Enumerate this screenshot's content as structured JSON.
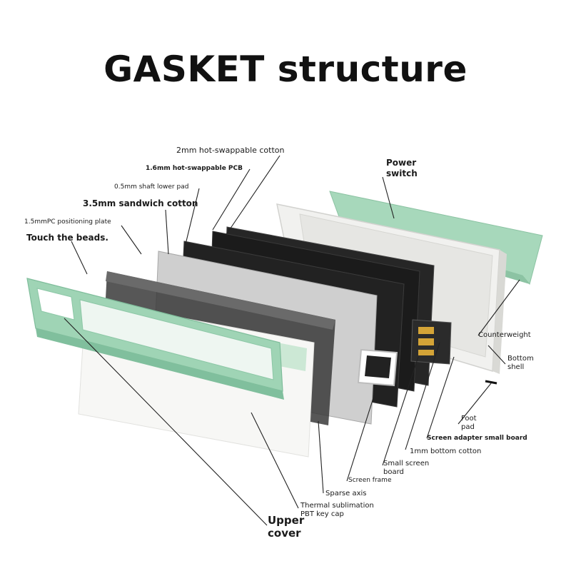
{
  "title": "GASKET structure",
  "labels": {
    "hot_swap_cotton": "2mm hot-swappable cotton",
    "hot_swap_pcb": "1.6mm hot-swappable PCB",
    "shaft_lower_pad": "0.5mm shaft lower pad",
    "sandwich_cotton": "3.5mm sandwich cotton",
    "positioning_plate": "1.5mmPC positioning plate",
    "touch_beads": "Touch the beads.",
    "power_switch_1": "Power",
    "power_switch_2": "switch",
    "counterweight": "Counterweight",
    "bottom_shell_1": "Bottom",
    "bottom_shell_2": "shell",
    "foot_pad_1": "Foot",
    "foot_pad_2": "pad",
    "screen_adapter": "Screen adapter small board",
    "bottom_cotton": "1mm bottom cotton",
    "small_screen_1": "Small screen",
    "small_screen_2": "board",
    "screen_frame": "Screen frame",
    "sparse_axis": "Sparse axis",
    "keycap_1": "Thermal sublimation",
    "keycap_2": "PBT key cap",
    "upper_cover_1": "Upper",
    "upper_cover_2": "cover"
  },
  "colors": {
    "mint": "#9cd3b4",
    "mint_dark": "#7fbf9c",
    "shell_white": "#eeeeec",
    "black_layer": "#1e1e1e",
    "plate_grey": "#c9c9c9",
    "line": "#222222"
  }
}
